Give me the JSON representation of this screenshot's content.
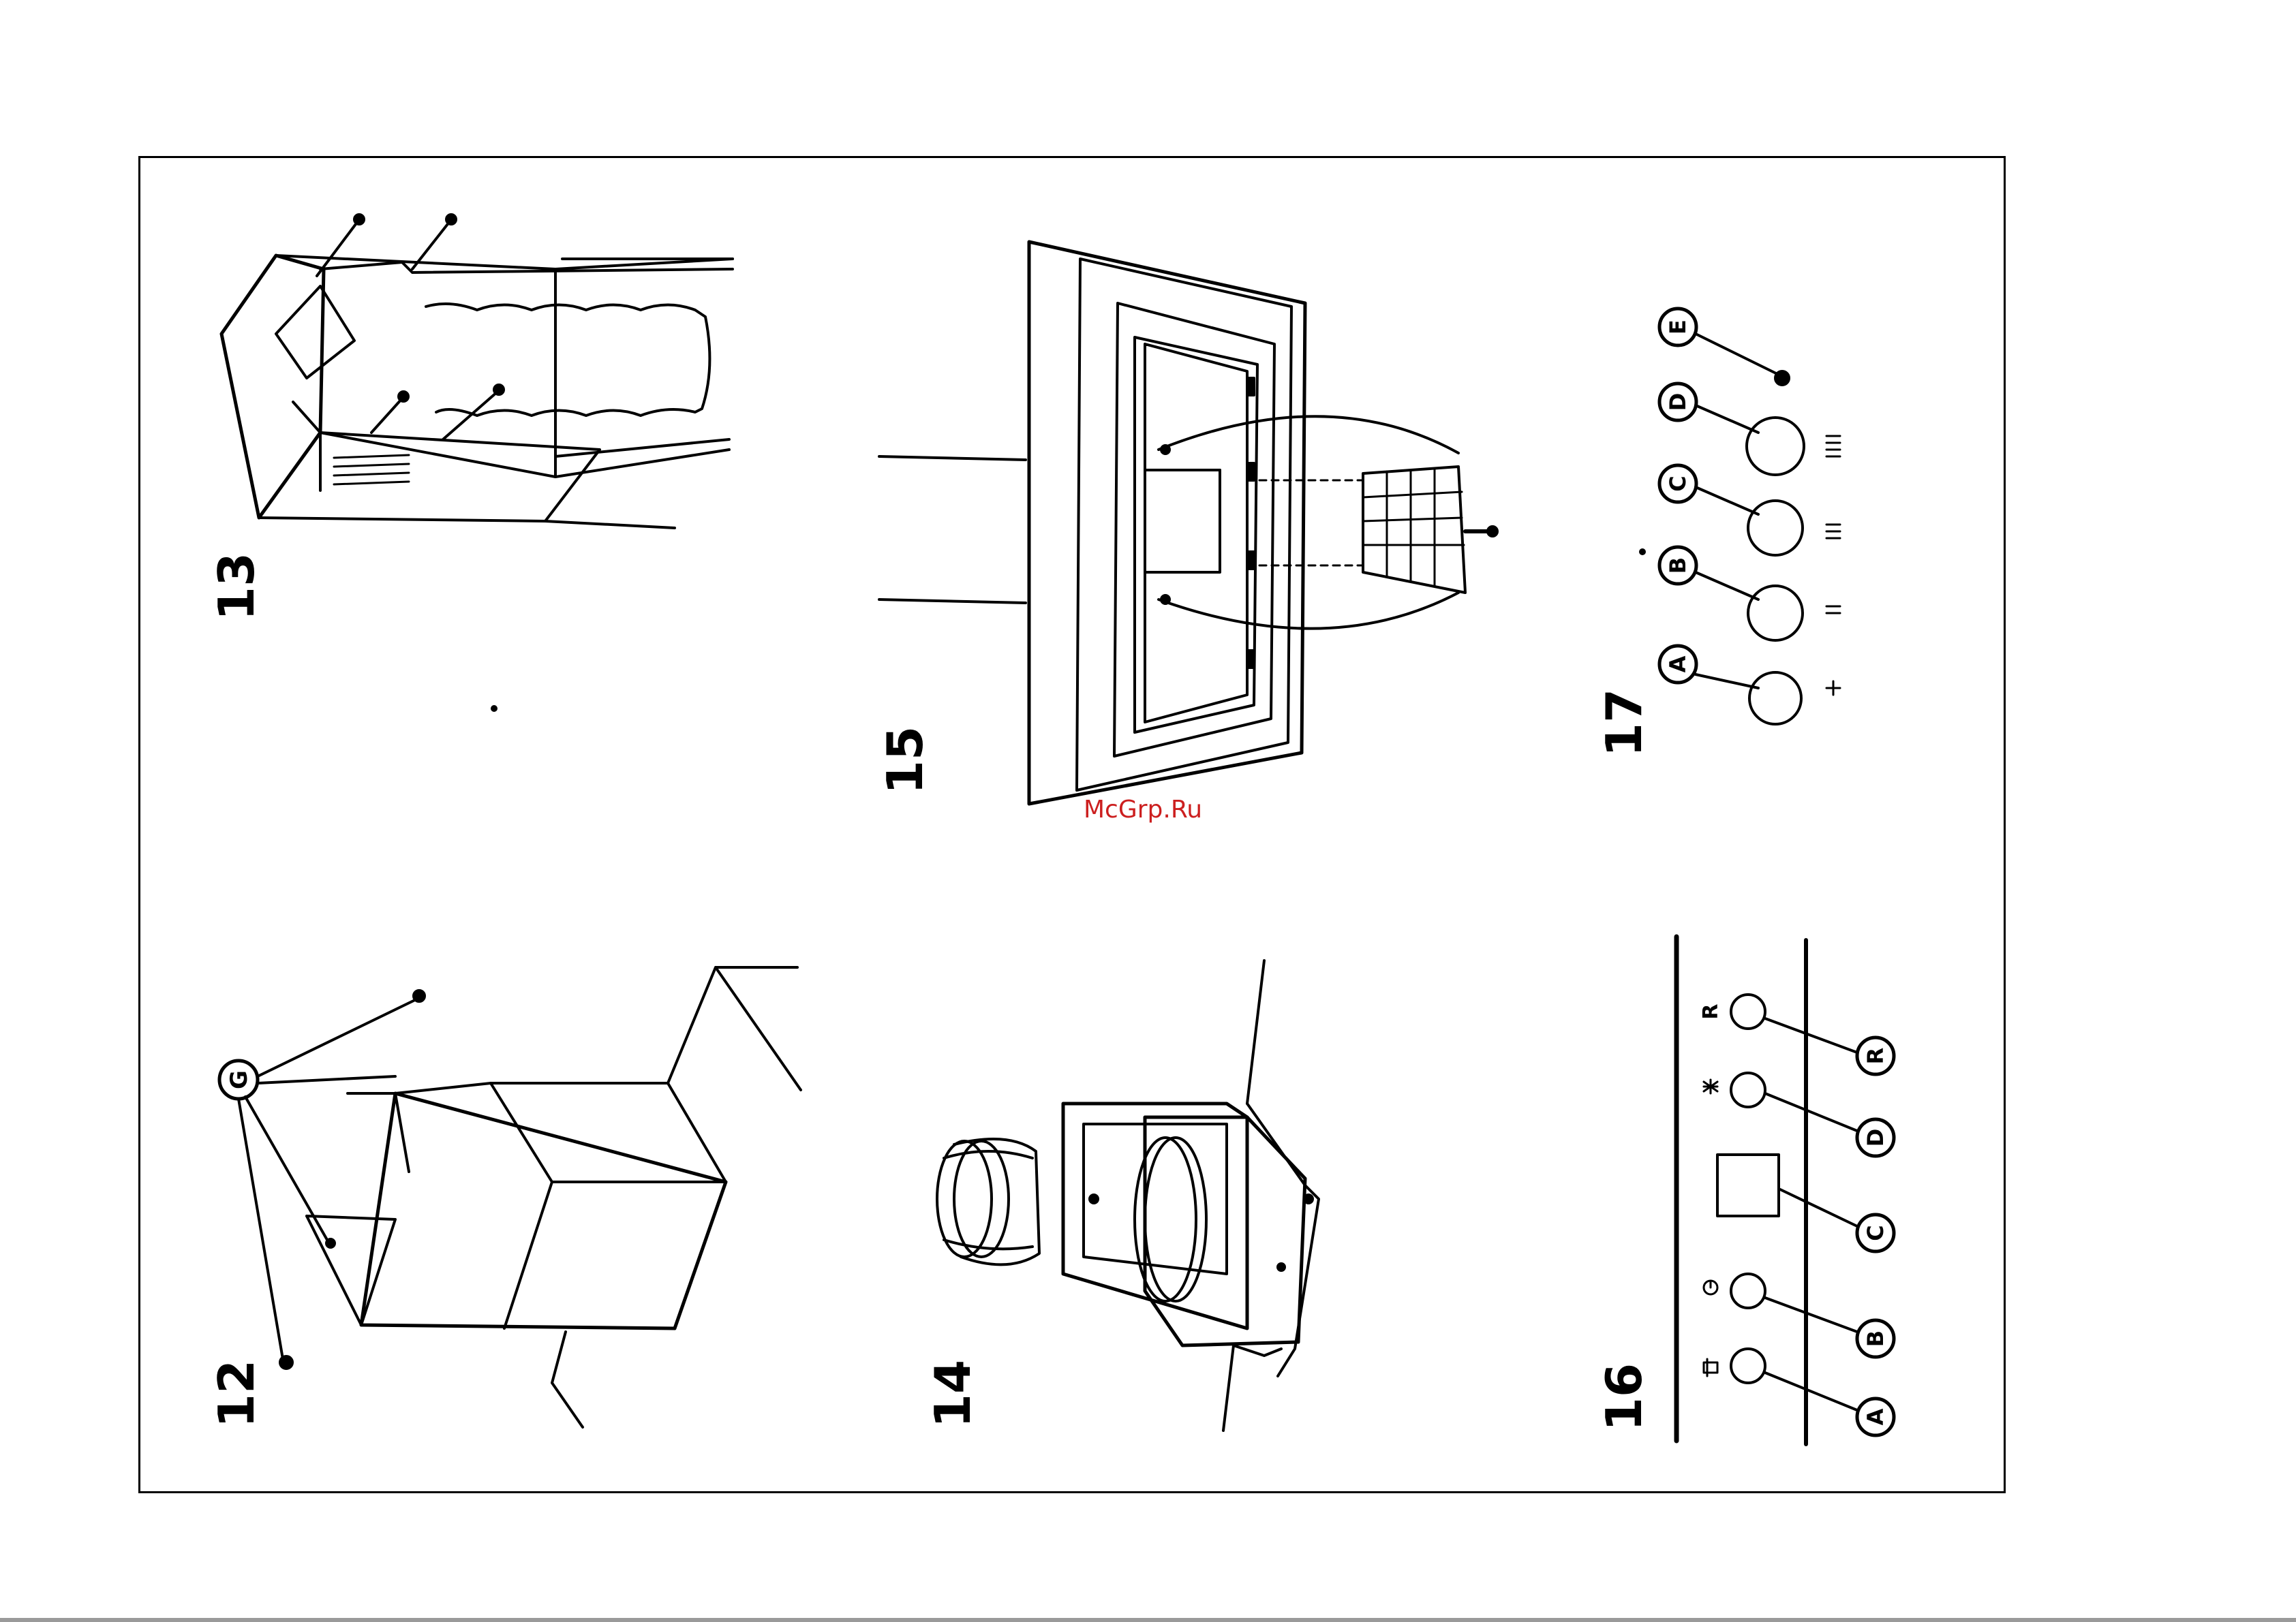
{
  "figures": [
    {
      "id": "12",
      "label": "12",
      "callouts": [
        "G"
      ]
    },
    {
      "id": "13",
      "label": "13",
      "callouts": []
    },
    {
      "id": "14",
      "label": "14",
      "callouts": []
    },
    {
      "id": "15",
      "label": "15",
      "callouts": []
    },
    {
      "id": "16",
      "label": "16",
      "callouts": [
        "A",
        "B",
        "C",
        "D",
        "R"
      ],
      "panel_text": [
        "R"
      ]
    },
    {
      "id": "17",
      "label": "17",
      "callouts": [
        "A",
        "B",
        "C",
        "D",
        "E"
      ]
    }
  ],
  "watermark": "McGrp.Ru",
  "colors": {
    "ink": "#000000",
    "watermark": "#cc1f1f",
    "frame": "#000000",
    "bottom_rule": "#9a9a9a"
  }
}
